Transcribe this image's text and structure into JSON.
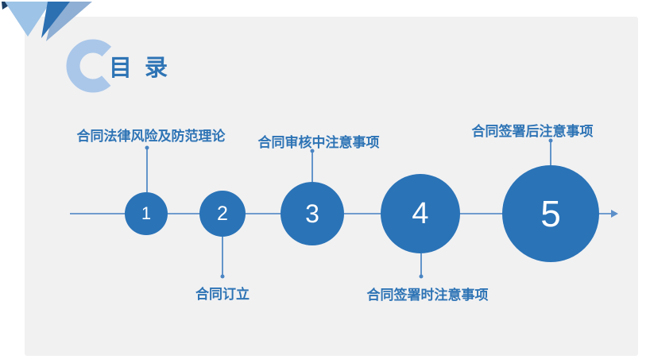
{
  "slide": {
    "title": "目 录"
  },
  "decoration": {
    "corner_icon": "overlapping-triangles",
    "title_icon": "c-ring"
  },
  "colors": {
    "accent_blue": "#2a73b7",
    "label_blue": "#2e74b5",
    "light_blue": "#9dc3e6",
    "steel_blue": "#8fafd4",
    "navy_blue": "#1c3f66",
    "ring_blue": "#aac7e9",
    "line_blue": "#6f9ccd",
    "panel_gray": "#f1f1f2"
  },
  "timeline": {
    "items": [
      {
        "number": "1",
        "label": "合同法律风险及防范理论",
        "label_position": "above"
      },
      {
        "number": "2",
        "label": "合同订立",
        "label_position": "below"
      },
      {
        "number": "3",
        "label": "合同审核中注意事项",
        "label_position": "above"
      },
      {
        "number": "4",
        "label": "合同签署时注意事项",
        "label_position": "below"
      },
      {
        "number": "5",
        "label": "合同签署后注意事项",
        "label_position": "above"
      }
    ]
  }
}
